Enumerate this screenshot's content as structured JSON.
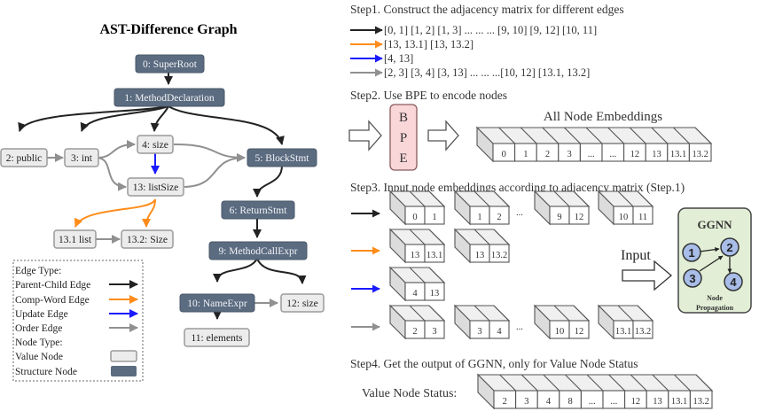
{
  "colors": {
    "structure_node": "#5b6b80",
    "value_node_fill": "#ececec",
    "value_node_border": "#9a9a9a",
    "parent_child_edge": "#222222",
    "comp_word_edge": "#ff8c1a",
    "update_edge": "#1a1aff",
    "order_edge": "#909090",
    "bpe_fill": "#f9d6d8",
    "bpe_border": "#8a5a5c",
    "ggnn_fill": "#e2efd6",
    "ggnn_node": "#a8bde8"
  },
  "graph": {
    "title": "AST-Difference Graph",
    "nodes": [
      {
        "id": "n0",
        "label": "0: SuperRoot",
        "type": "structure"
      },
      {
        "id": "n1",
        "label": "1: MethodDeclaration",
        "type": "structure"
      },
      {
        "id": "n2",
        "label": "2: public",
        "type": "value"
      },
      {
        "id": "n3",
        "label": "3: int",
        "type": "value"
      },
      {
        "id": "n4",
        "label": "4: size",
        "type": "value"
      },
      {
        "id": "n5",
        "label": "5: BlockStmt",
        "type": "structure"
      },
      {
        "id": "n13",
        "label": "13: listSize",
        "type": "value"
      },
      {
        "id": "n6",
        "label": "6: ReturnStmt",
        "type": "structure"
      },
      {
        "id": "n131",
        "label": "13.1 list",
        "type": "value"
      },
      {
        "id": "n132",
        "label": "13.2: Size",
        "type": "value"
      },
      {
        "id": "n9",
        "label": "9: MethodCallExpr",
        "type": "structure"
      },
      {
        "id": "n10",
        "label": "10: NameExpr",
        "type": "structure"
      },
      {
        "id": "n12",
        "label": "12: size",
        "type": "value"
      },
      {
        "id": "n11",
        "label": "11: elements",
        "type": "value"
      }
    ],
    "edges": [
      {
        "from": "n0",
        "to": "n1",
        "type": "parent_child"
      },
      {
        "from": "n1",
        "to": "n2",
        "type": "parent_child"
      },
      {
        "from": "n1",
        "to": "n3",
        "type": "parent_child"
      },
      {
        "from": "n1",
        "to": "n4",
        "type": "parent_child"
      },
      {
        "from": "n1",
        "to": "n5",
        "type": "parent_child"
      },
      {
        "from": "n5",
        "to": "n6",
        "type": "parent_child"
      },
      {
        "from": "n6",
        "to": "n9",
        "type": "parent_child"
      },
      {
        "from": "n9",
        "to": "n10",
        "type": "parent_child"
      },
      {
        "from": "n9",
        "to": "n12",
        "type": "parent_child"
      },
      {
        "from": "n10",
        "to": "n11",
        "type": "parent_child"
      },
      {
        "from": "n4",
        "to": "n13",
        "type": "update"
      },
      {
        "from": "n13",
        "to": "n131",
        "type": "comp_word"
      },
      {
        "from": "n13",
        "to": "n132",
        "type": "comp_word"
      },
      {
        "from": "n2",
        "to": "n3",
        "type": "order"
      },
      {
        "from": "n3",
        "to": "n4",
        "type": "order"
      },
      {
        "from": "n3",
        "to": "n13",
        "type": "order"
      },
      {
        "from": "n4",
        "to": "n5",
        "type": "order"
      },
      {
        "from": "n13",
        "to": "n5",
        "type": "order"
      },
      {
        "from": "n131",
        "to": "n132",
        "type": "order"
      },
      {
        "from": "n10",
        "to": "n12",
        "type": "order"
      }
    ],
    "legend": {
      "edge_type_label": "Edge Type:",
      "edges": [
        {
          "label": "Parent-Child Edge",
          "type": "parent_child"
        },
        {
          "label": "Comp-Word Edge",
          "type": "comp_word"
        },
        {
          "label": "Update Edge",
          "type": "update"
        },
        {
          "label": "Order Edge",
          "type": "order"
        }
      ],
      "node_type_label": "Node Type:",
      "nodes": [
        {
          "label": "Value Node",
          "type": "value"
        },
        {
          "label": "Structure Node",
          "type": "structure"
        }
      ]
    }
  },
  "step1": {
    "title": "Step1. Construct the adjacency matrix for different edges",
    "rows": [
      {
        "type": "parent_child",
        "text": "[0, 1] [1, 2] [1, 3] ... ... ... [9, 10] [9, 12] [10, 11]"
      },
      {
        "type": "comp_word",
        "text": "[13, 13.1] [13, 13.2]"
      },
      {
        "type": "update",
        "text": "[4, 13]"
      },
      {
        "type": "order",
        "text": "[2, 3] [3, 4] [3, 13] ... ... ...[10, 12] [13.1, 13.2]"
      }
    ]
  },
  "step2": {
    "title": "Step2. Use BPE to encode nodes",
    "bpe_letters": [
      "B",
      "P",
      "E"
    ],
    "embeddings_label": "All Node Embeddings",
    "embeddings": [
      "0",
      "1",
      "2",
      "3",
      "...",
      "...",
      "12",
      "13",
      "13.1",
      "13.2"
    ]
  },
  "step3": {
    "title": "Step3. Input node embeddings according to adjacency matrix (Step.1)",
    "rows": [
      {
        "type": "parent_child",
        "pairs": [
          [
            "0",
            "1"
          ],
          [
            "1",
            "2"
          ],
          [
            "9",
            "12"
          ],
          [
            "10",
            "11"
          ]
        ],
        "ellipsis_after": 1
      },
      {
        "type": "comp_word",
        "pairs": [
          [
            "13",
            "13.1"
          ],
          [
            "13",
            "13.2"
          ]
        ],
        "ellipsis_after": -1
      },
      {
        "type": "update",
        "pairs": [
          [
            "4",
            "13"
          ]
        ],
        "ellipsis_after": -1
      },
      {
        "type": "order",
        "pairs": [
          [
            "2",
            "3"
          ],
          [
            "3",
            "4"
          ],
          [
            "10",
            "12"
          ],
          [
            "13.1",
            "13.2"
          ]
        ],
        "ellipsis_after": 1
      }
    ],
    "ellipsis": "...",
    "input_label": "Input",
    "ggnn": {
      "title": "GGNN",
      "nodes": [
        "1",
        "2",
        "3",
        "4"
      ],
      "caption_line1": "Node",
      "caption_line2": "Propagation"
    }
  },
  "step4": {
    "title": "Step4. Get the output of GGNN, only for Value Node Status",
    "status_label": "Value Node Status:",
    "values": [
      "2",
      "3",
      "4",
      "8",
      "...",
      "...",
      "12",
      "13",
      "13.1",
      "13.2"
    ]
  }
}
